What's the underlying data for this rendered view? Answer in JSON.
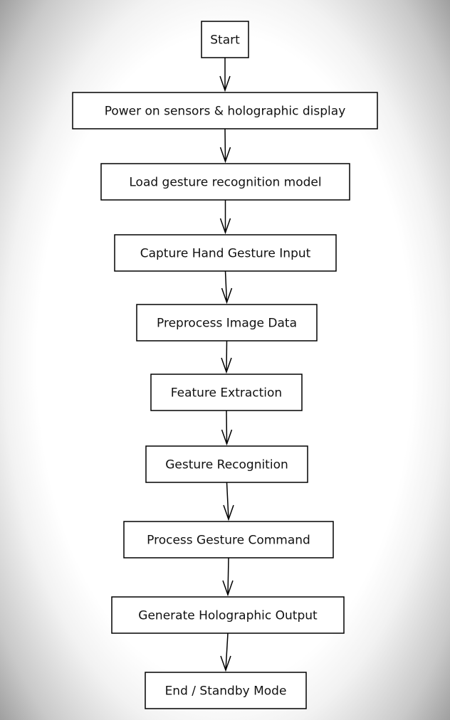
{
  "flowchart": {
    "nodes": [
      {
        "id": "start",
        "label": "Start"
      },
      {
        "id": "power",
        "label": "Power on sensors & holographic display"
      },
      {
        "id": "load",
        "label": "Load gesture recognition model"
      },
      {
        "id": "capture",
        "label": "Capture Hand Gesture Input"
      },
      {
        "id": "preprocess",
        "label": "Preprocess Image Data"
      },
      {
        "id": "feature",
        "label": "Feature Extraction"
      },
      {
        "id": "recognition",
        "label": "Gesture Recognition"
      },
      {
        "id": "process",
        "label": "Process Gesture Command"
      },
      {
        "id": "generate",
        "label": "Generate Holographic Output"
      },
      {
        "id": "end",
        "label": "End / Standby Mode"
      }
    ],
    "edges": [
      {
        "from": "start",
        "to": "power"
      },
      {
        "from": "power",
        "to": "load"
      },
      {
        "from": "load",
        "to": "capture"
      },
      {
        "from": "capture",
        "to": "preprocess"
      },
      {
        "from": "preprocess",
        "to": "feature"
      },
      {
        "from": "feature",
        "to": "recognition"
      },
      {
        "from": "recognition",
        "to": "process"
      },
      {
        "from": "process",
        "to": "generate"
      },
      {
        "from": "generate",
        "to": "end"
      }
    ]
  },
  "colors": {
    "box_stroke": "#000000",
    "box_fill": "#ffffff",
    "text": "#111111"
  }
}
